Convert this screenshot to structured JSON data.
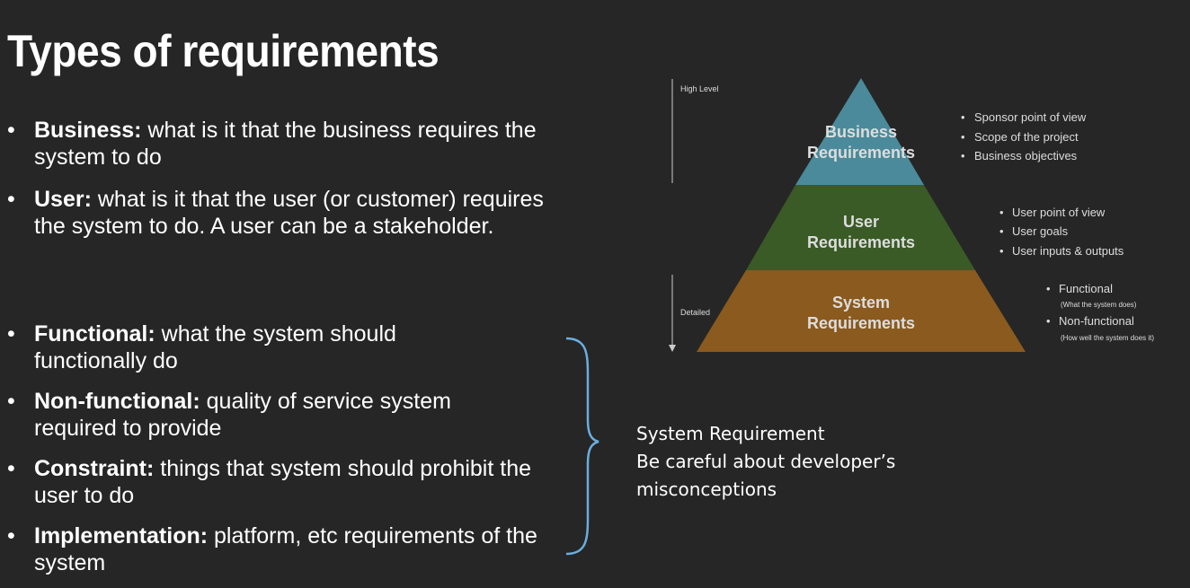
{
  "slide": {
    "title": "Types of requirements",
    "bullets": [
      {
        "term": "Business:",
        "text": " what is it that the business requires the system to do"
      },
      {
        "term": "User:",
        "text": " what is it that the user (or customer) requires the system to do. A user can be a stakeholder."
      },
      {
        "term": "Functional:",
        "text": " what the system should functionally do"
      },
      {
        "term": "Non-functional:",
        "text": " quality of service system required to provide"
      },
      {
        "term": "Constraint:",
        "text": " things that system should prohibit the user to do"
      },
      {
        "term": "Implementation:",
        "text": " platform, etc requirements of the system"
      }
    ],
    "bullet_glyph": "•",
    "side_note": {
      "line1": "System Requirement",
      "line2": "Be careful about developer’s",
      "line3": "misconceptions"
    }
  },
  "pyramid": {
    "axis_top_label": "High Level",
    "axis_bottom_label": "Detailed",
    "levels": [
      {
        "line1": "Business",
        "line2": "Requirements",
        "color": "#4a8a9a",
        "notes": [
          "Sponsor point of view",
          "Scope of the project",
          "Business objectives"
        ]
      },
      {
        "line1": "User",
        "line2": "Requirements",
        "color": "#3a5a26",
        "notes": [
          "User point of view",
          "User goals",
          "User inputs & outputs"
        ]
      },
      {
        "line1": "System",
        "line2": "Requirements",
        "color": "#8a5a1e",
        "notes": [
          "Functional",
          "(What the system does)",
          "Non-functional",
          "(How well the system does it)"
        ]
      }
    ]
  },
  "colors": {
    "background": "#262626",
    "brace": "#6aaee0",
    "axis": "#cccccc"
  }
}
